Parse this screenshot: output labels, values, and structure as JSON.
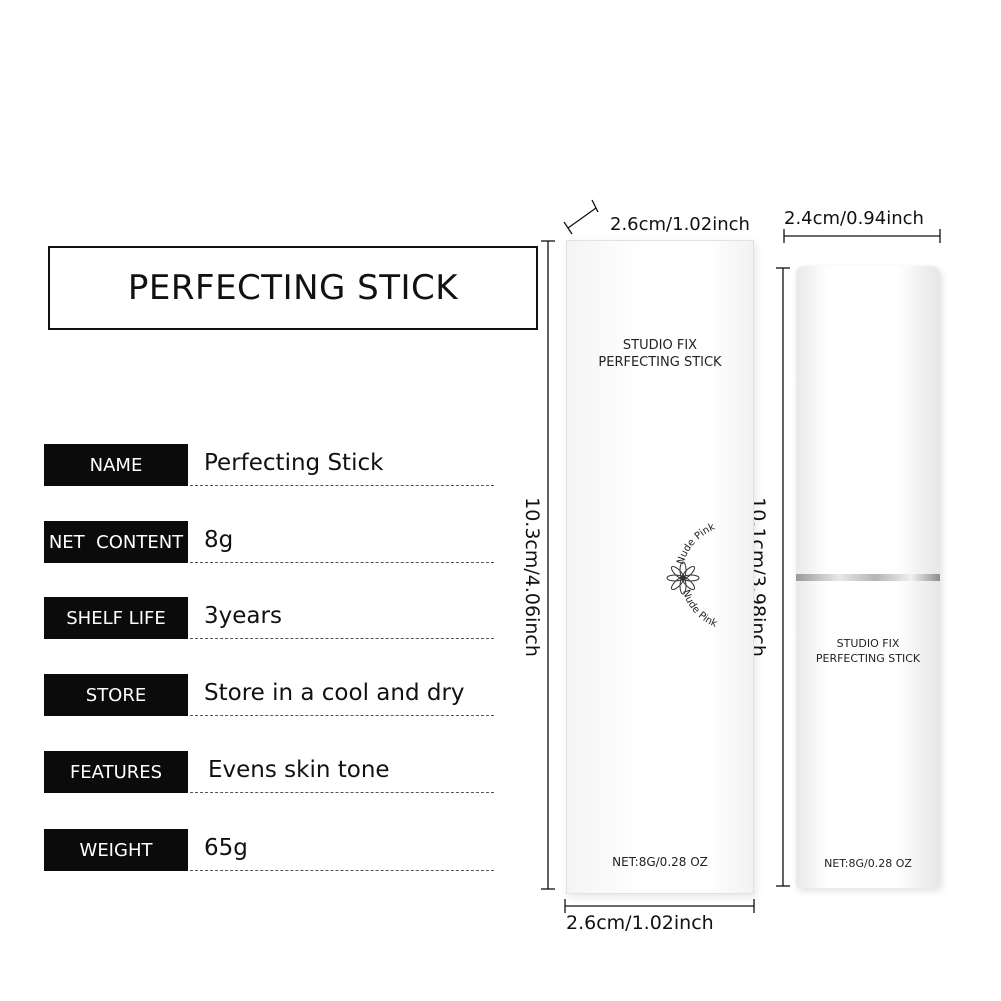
{
  "title": "PERFECTING STICK",
  "specs": [
    {
      "label": "NAME",
      "value": "Perfecting Stick"
    },
    {
      "label": "NET  CONTENT",
      "value": "8g"
    },
    {
      "label": "SHELF LIFE",
      "value": "3years"
    },
    {
      "label": "STORE",
      "value": "Store in a cool and dry"
    },
    {
      "label": "FEATURES",
      "value": "Evens skin tone"
    },
    {
      "label": "WEIGHT",
      "value": "65g"
    }
  ],
  "box": {
    "line1": "STUDIO FIX",
    "line2": "PERFECTING STICK",
    "shade_top": "Nude Pink",
    "shade_bottom": "Nude Pink",
    "net": "NET:8G/0.28 OZ"
  },
  "tube": {
    "line1": "STUDIO FIX",
    "line2": "PERFECTING STICK",
    "net": "NET:8G/0.28 OZ"
  },
  "dimensions": {
    "box_depth": "2.6cm/1.02inch",
    "box_width": "2.6cm/1.02inch",
    "box_height": "10.3cm/4.06inch",
    "tube_width": "2.4cm/0.94inch",
    "tube_height": "10.1cm/3.98inch"
  },
  "colors": {
    "label_bg": "#0b0b0b",
    "label_text": "#ffffff",
    "band": "#b5b5b5"
  }
}
